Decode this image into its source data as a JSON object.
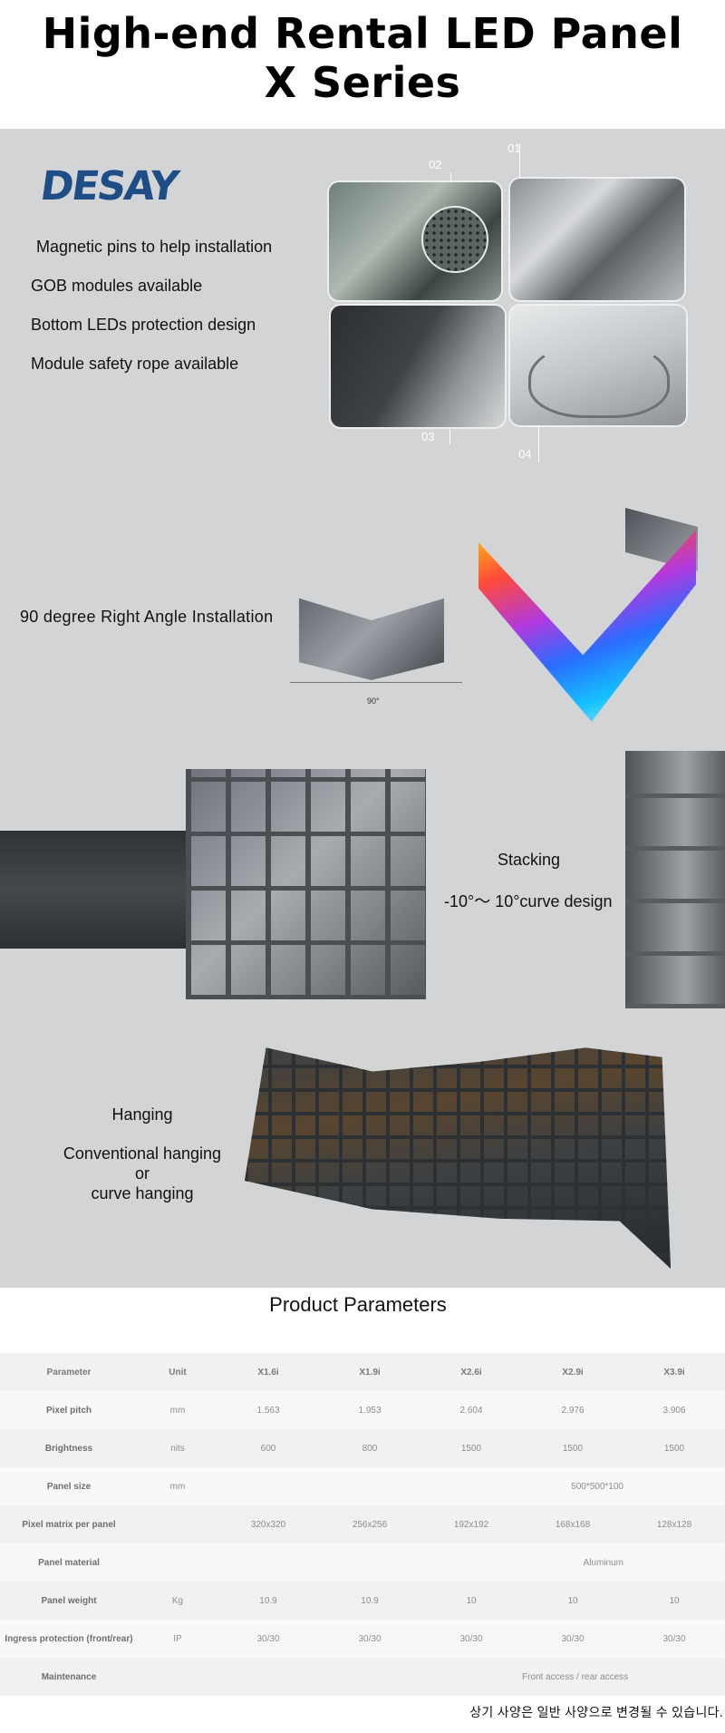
{
  "header": {
    "title_line1": "High-end Rental LED Panel",
    "title_line2": "X Series"
  },
  "brand": {
    "logo_text": "DESAY",
    "logo_color": "#1f4d86"
  },
  "features": [
    "Magnetic pins to help installation",
    "GOB modules available",
    "Bottom LEDs protection design",
    "Module safety rope available"
  ],
  "photo_numbers": [
    "01",
    "02",
    "03",
    "04"
  ],
  "angle": {
    "text": "90 degree Right Angle Installation",
    "diagram_label": "90°"
  },
  "stacking": {
    "label": "Stacking",
    "curve": "-10°～ 10°curve design"
  },
  "hanging": {
    "label": "Hanging",
    "line1": "Conventional hanging",
    "line2": "or",
    "line3": "curve hanging"
  },
  "params": {
    "title": "Product Parameters",
    "header": [
      "Parameter",
      "Unit",
      "X1.6i",
      "X1.9i",
      "X2.6i",
      "X2.9i",
      "X3.9i"
    ],
    "rows": [
      [
        "Pixel pitch",
        "mm",
        "1.563",
        "1.953",
        "2.604",
        "2.976",
        "3.906"
      ],
      [
        "Brightness",
        "nits",
        "600",
        "800",
        "1500",
        "1500",
        "1500"
      ],
      [
        "Panel size",
        "mm",
        "",
        "",
        "",
        "500*500*100",
        ""
      ],
      [
        "Pixel matrix per panel",
        "",
        "320x320",
        "256x256",
        "192x192",
        "168x168",
        "128x128"
      ],
      [
        "Panel material",
        "",
        "",
        "",
        "",
        "Aluminum",
        ""
      ],
      [
        "Panel weight",
        "Kg",
        "10.9",
        "10.9",
        "10",
        "10",
        "10"
      ],
      [
        "Ingress protection (front/rear)",
        "IP",
        "30/30",
        "30/30",
        "30/30",
        "30/30",
        "30/30"
      ],
      [
        "Maintenance",
        "",
        "",
        "",
        "",
        "Front access / rear access",
        ""
      ]
    ]
  },
  "footer_note": "상기 사양은 일반 사양으로 변경될 수 있습니다."
}
